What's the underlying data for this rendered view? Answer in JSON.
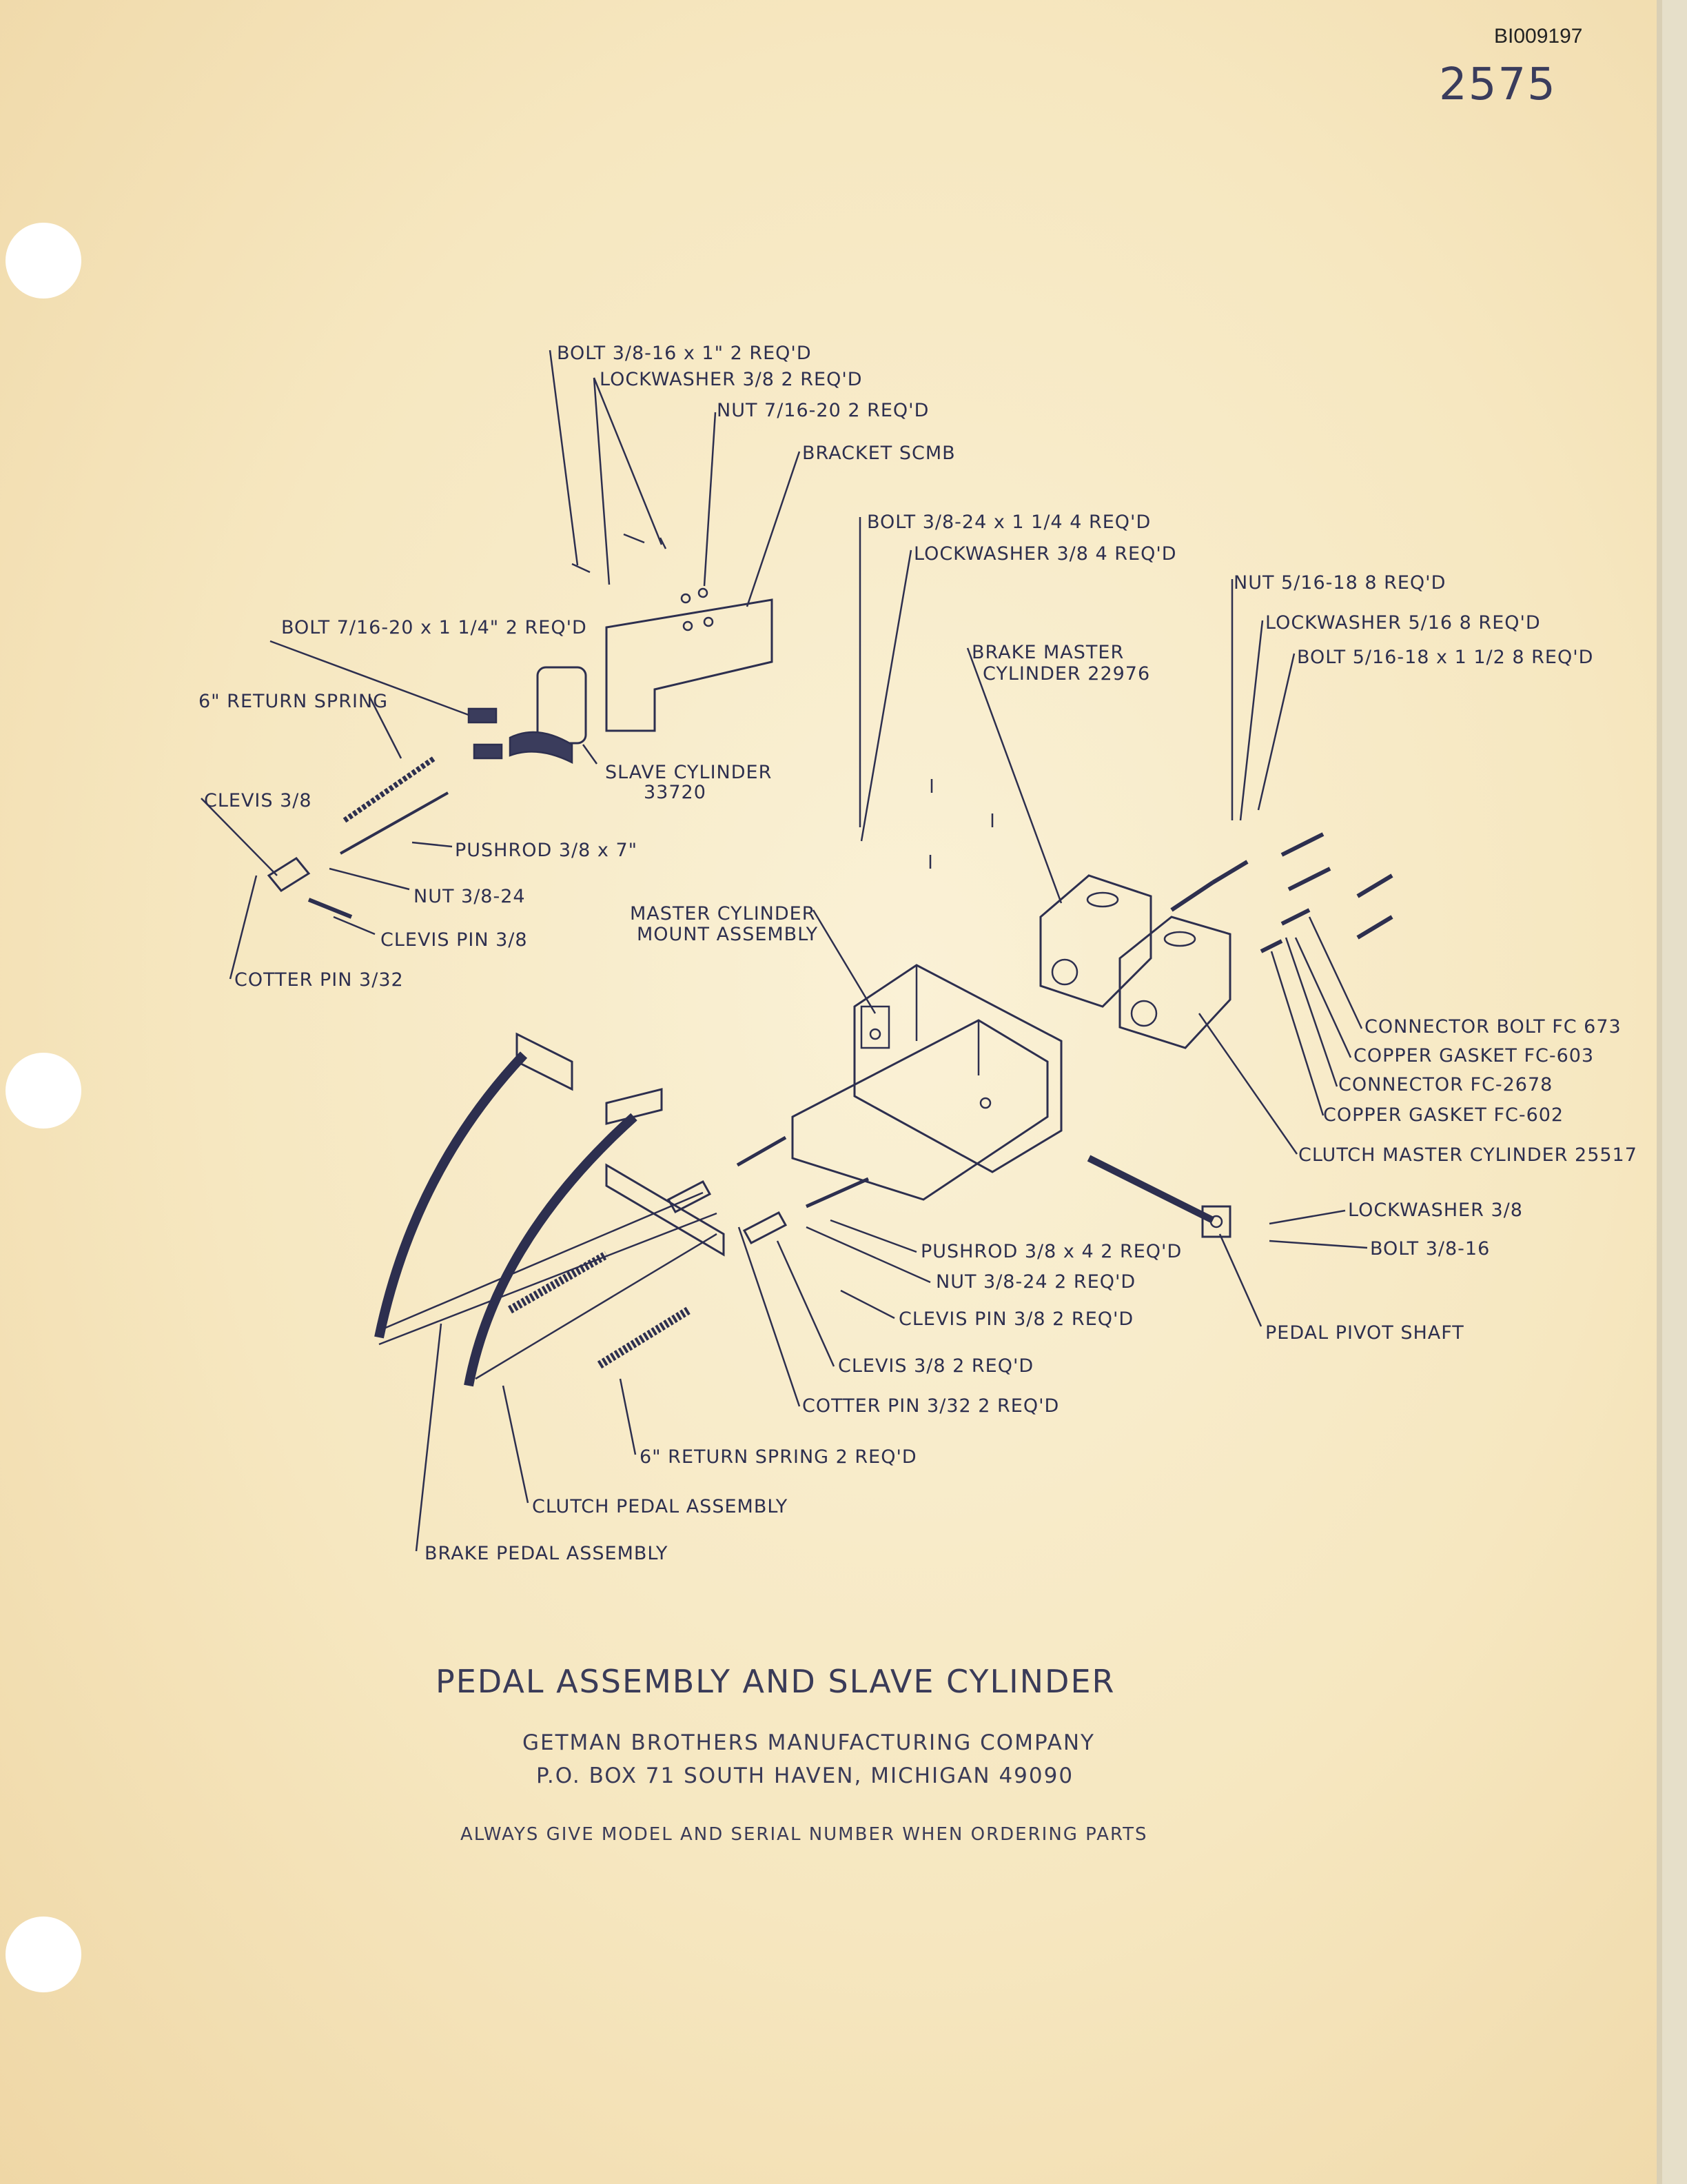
{
  "document_code": "BI009197",
  "sheet_number": "2575",
  "title": "PEDAL ASSEMBLY AND SLAVE CYLINDER",
  "company": "GETMAN BROTHERS MANUFACTURING COMPANY",
  "address": "P.O. BOX 71 SOUTH HAVEN, MICHIGAN 49090",
  "note": "ALWAYS GIVE MODEL AND SERIAL NUMBER WHEN ORDERING PARTS",
  "callouts": {
    "bolt_3_8_16x1": "BOLT 3/8-16 x 1\" 2 REQ'D",
    "lockwasher_3_8_top": "LOCKWASHER 3/8 2 REQ'D",
    "nut_7_16_20": "NUT 7/16-20 2 REQ'D",
    "bracket_scmb": "BRACKET SCMB",
    "bolt_3_8_24": "BOLT 3/8-24 x 1 1/4 4 REQ'D",
    "lockwasher_3_8_4": "LOCKWASHER 3/8 4 REQ'D",
    "nut_5_16_18": "NUT 5/16-18 8 REQ'D",
    "lockwasher_5_16": "LOCKWASHER 5/16 8 REQ'D",
    "bolt_5_16_18": "BOLT 5/16-18 x 1 1/2 8 REQ'D",
    "brake_master_1": "BRAKE MASTER",
    "brake_master_2": "CYLINDER 22976",
    "bolt_7_16_20": "BOLT 7/16-20 x 1 1/4\" 2 REQ'D",
    "return_spring_6": "6\" RETURN SPRING",
    "slave_cyl_1": "SLAVE CYLINDER",
    "slave_cyl_2": "33720",
    "clevis_3_8": "CLEVIS 3/8",
    "pushrod_3_8x7": "PUSHROD 3/8 x 7\"",
    "nut_3_8_24": "NUT 3/8-24",
    "clevis_pin_3_8": "CLEVIS PIN 3/8",
    "cotter_pin_3_32": "COTTER PIN 3/32",
    "mcm_1": "MASTER CYLINDER",
    "mcm_2": "MOUNT ASSEMBLY",
    "connector_bolt": "CONNECTOR BOLT FC 673",
    "copper_gasket_603": "COPPER GASKET FC-603",
    "connector_2678": "CONNECTOR FC-2678",
    "copper_gasket_602": "COPPER GASKET FC-602",
    "clutch_master": "CLUTCH MASTER CYLINDER 25517",
    "lockwasher_3_8_r": "LOCKWASHER 3/8",
    "bolt_3_8_16": "BOLT 3/8-16",
    "pedal_pivot": "PEDAL PIVOT SHAFT",
    "pushrod_3_8x4": "PUSHROD 3/8 x 4 2 REQ'D",
    "nut_3_8_24_2": "NUT 3/8-24 2 REQ'D",
    "clevis_pin_3_8_2": "CLEVIS PIN 3/8 2 REQ'D",
    "clevis_3_8_2": "CLEVIS 3/8 2 REQ'D",
    "cotter_pin_3_32_2": "COTTER PIN 3/32 2 REQ'D",
    "return_spring_6_2": "6\" RETURN SPRING 2 REQ'D",
    "clutch_pedal": "CLUTCH PEDAL ASSEMBLY",
    "brake_pedal": "BRAKE PEDAL ASSEMBLY"
  },
  "colors": {
    "ink": "#2d2f4f",
    "paper": "#f6e7c0"
  }
}
